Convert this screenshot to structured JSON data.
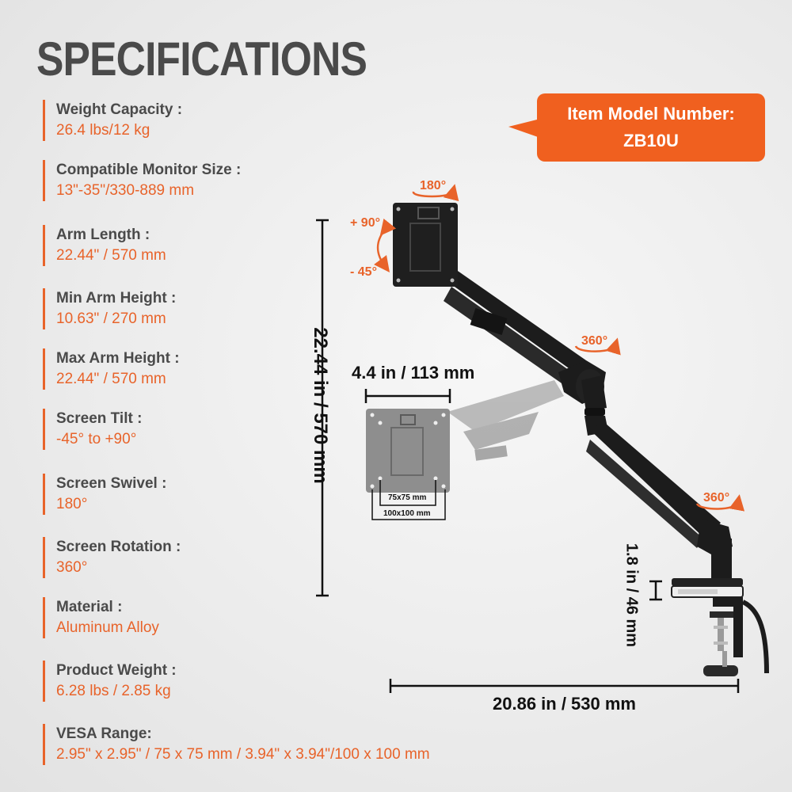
{
  "title": "SPECIFICATIONS",
  "specs": [
    {
      "label": "Weight Capacity :",
      "value": "26.4 lbs/12 kg"
    },
    {
      "label": "Compatible Monitor Size :",
      "value": "13\"-35\"/330-889 mm"
    },
    {
      "label": "Arm Length :",
      "value": "22.44\" / 570 mm"
    },
    {
      "label": "Min Arm Height :",
      "value": "10.63\" / 270 mm"
    },
    {
      "label": "Max Arm Height :",
      "value": "22.44\" / 570 mm"
    },
    {
      "label": "Screen Tilt :",
      "value": "-45° to +90°"
    },
    {
      "label": "Screen Swivel :",
      "value": "180°"
    },
    {
      "label": "Screen Rotation :",
      "value": "360°"
    },
    {
      "label": "Material :",
      "value": "Aluminum Alloy"
    },
    {
      "label": "Product Weight :",
      "value": "6.28 lbs / 2.85 kg"
    },
    {
      "label": "VESA Range:",
      "value": "2.95\" x 2.95\" / 75 x 75 mm / 3.94\" x 3.94\"/100 x 100 mm"
    }
  ],
  "model": {
    "line1": "Item Model Number:",
    "line2": "ZB10U"
  },
  "dimensions": {
    "height": "22.44 in / 570 mm",
    "plate_width": "4.4 in / 113 mm",
    "base_width": "20.86 in / 530 mm",
    "clamp": "1.8 in / 46 mm",
    "vesa_small": "75x75 mm",
    "vesa_large": "100x100 mm"
  },
  "angles": {
    "swivel": "180°",
    "tilt_up": "+ 90°",
    "tilt_down": "- 45°",
    "rotation_elbow": "360°",
    "rotation_base": "360°"
  },
  "colors": {
    "accent": "#e8632a",
    "callout": "#f0601f",
    "arm": "#1c1c1c"
  }
}
